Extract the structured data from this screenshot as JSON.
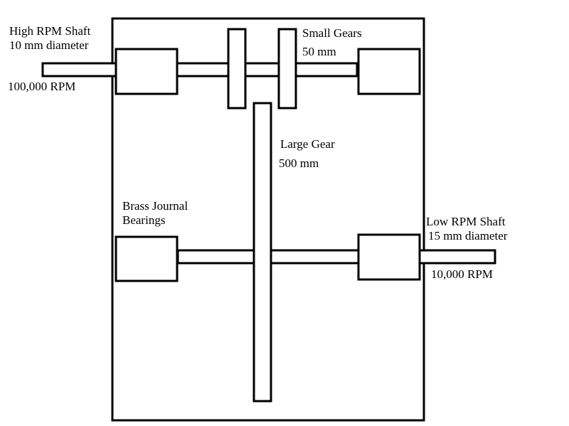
{
  "labels": {
    "high_shaft_line1": "High RPM Shaft",
    "high_shaft_line2": "10 mm diameter",
    "high_rpm": "100,000 RPM",
    "small_gears_line1": "Small Gears",
    "small_gears_line2": "50 mm",
    "large_gear_line1": "Large Gear",
    "large_gear_line2": "500 mm",
    "bearings_line1": "Brass Journal",
    "bearings_line2": "Bearings",
    "low_shaft_line1": "Low RPM Shaft",
    "low_shaft_line2": "15 mm diameter",
    "low_rpm": "10,000 RPM"
  },
  "colors": {
    "stroke": "#000000",
    "fill": "#ffffff",
    "background": "#ffffff"
  }
}
